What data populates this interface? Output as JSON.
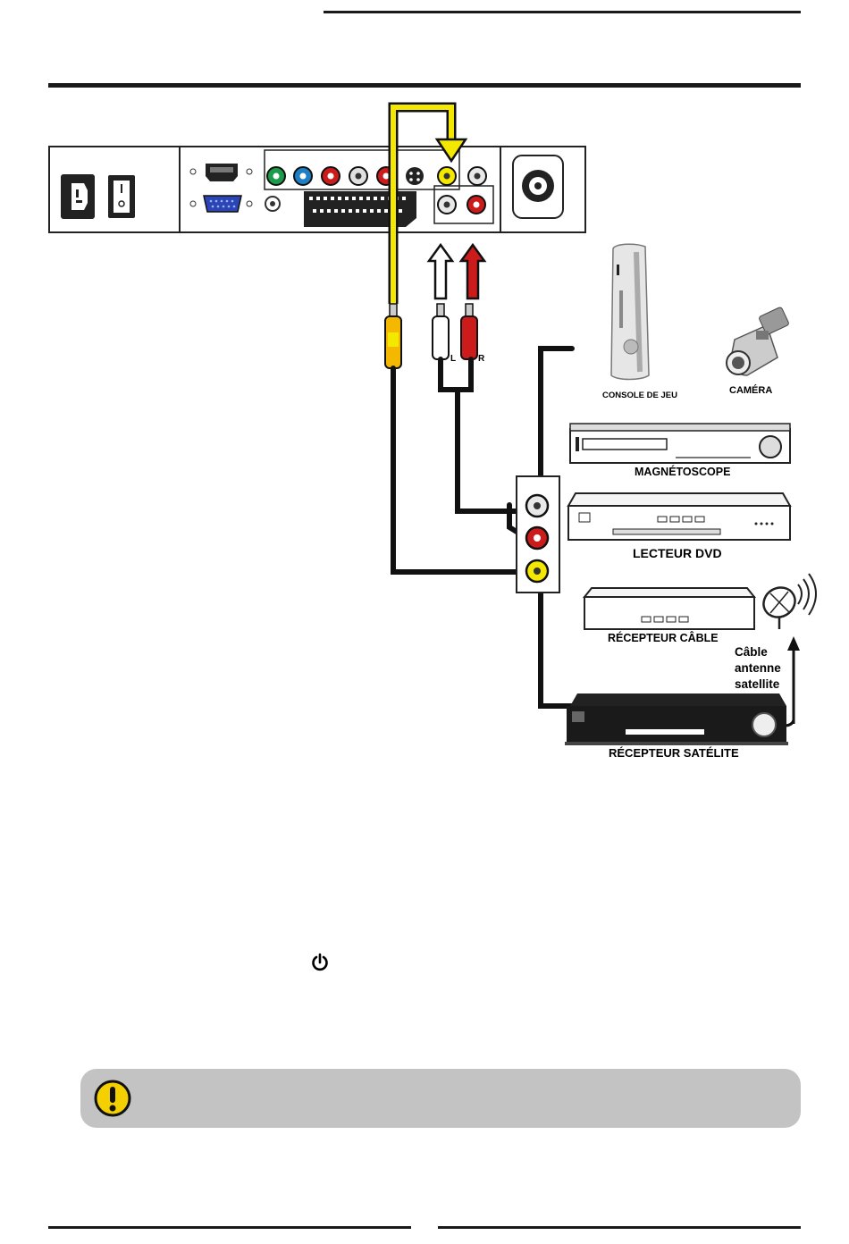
{
  "diagram": {
    "devices": {
      "console": "CONSOLE DE JEU",
      "camera": "CAMÉRA",
      "vcr": "MAGNÉTOSCOPE",
      "dvd": "LECTEUR DVD",
      "cable_receiver": "RÉCEPTEUR CÂBLE",
      "satellite_receiver": "RÉCEPTEUR SATÉLITE"
    },
    "antenna_label": [
      "Câble",
      "antenne",
      "satellite"
    ],
    "plug_labels": {
      "left": "L",
      "right": "R"
    },
    "colors": {
      "video": "#f5e800",
      "audio_left": "#ffffff",
      "audio_right": "#cc1b1b",
      "component_green": "#1a9c4a",
      "component_blue": "#1f7fc4",
      "vga": "#2b45b5",
      "warning_box": "#c3c3c3",
      "warning_icon": "#f5d000"
    }
  },
  "icons": {
    "power": "power-icon",
    "warning": "exclamation-warning-icon"
  }
}
